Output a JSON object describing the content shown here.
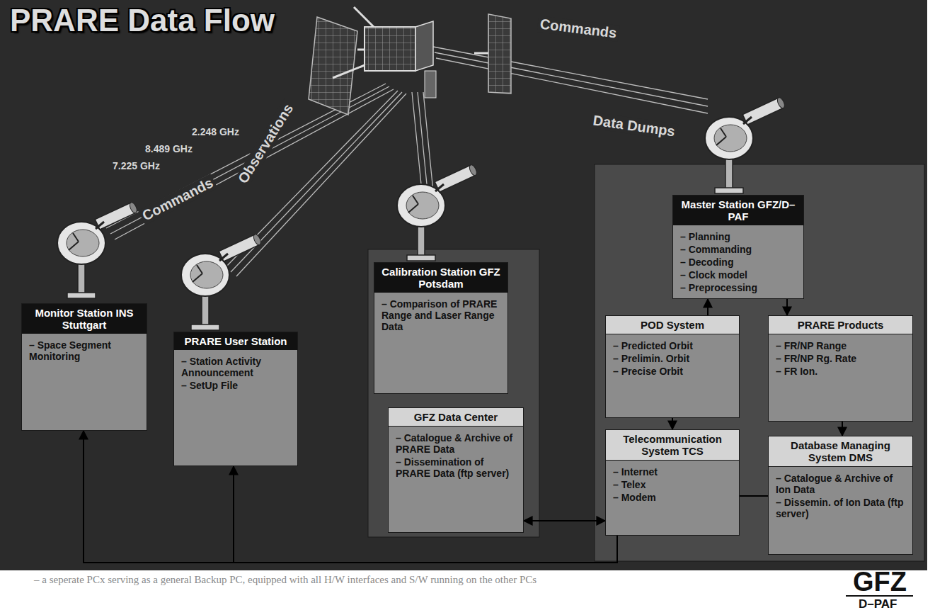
{
  "diagram": {
    "title": "PRARE Data Flow",
    "nodes": [
      {
        "text": [
          "Monitor Station INS Stuttgart",
          "– Space Segment Monitoring"
        ]
      },
      {
        "text": [
          "PRARE User Station",
          "– Station Activity Announcement",
          "– SetUp File"
        ]
      },
      {
        "text": [
          "Calibration Station GFZ Potsdam",
          "– Comparison of PRARE Range and Laser Range Data"
        ]
      },
      {
        "text": [
          "GFZ Data Center",
          "– Catalogue & Archive of PRARE Data",
          "– Dissemination of PRARE Data (ftp server)"
        ]
      },
      {
        "text": [
          "Master Station GFZ/D–PAF",
          "– Planning",
          "– Commanding",
          "– Decoding",
          "– Clock model",
          "– Preprocessing"
        ]
      },
      {
        "text": [
          "POD System",
          "– Predicted Orbit",
          "– Prelimin. Orbit",
          "– Precise Orbit"
        ]
      },
      {
        "text": [
          "PRARE Products",
          "– FR/NP Range",
          "– FR/NP Rg. Rate",
          "– FR Ion."
        ]
      },
      {
        "text": [
          "Telecommunication System TCS",
          "– Internet",
          "– Telex",
          "– Modem"
        ]
      },
      {
        "text": [
          "Database Managing System DMS",
          "– Catalogue & Archive of Ion Data",
          "– Dissemin. of Ion Data (ftp server)"
        ]
      }
    ],
    "edges": [
      {
        "from": 5,
        "to": 4,
        "arrow": "to"
      },
      {
        "from": 4,
        "to": 6,
        "arrow": "to"
      },
      {
        "from": 5,
        "to": 7,
        "arrow": "to"
      },
      {
        "from": 6,
        "to": 8,
        "arrow": "to"
      },
      {
        "from": 8,
        "to": 7,
        "arrow": "none"
      },
      {
        "from": 3,
        "to": 7,
        "arrow": "both"
      },
      {
        "from": 7,
        "to": 0,
        "arrow": "to"
      },
      {
        "from": 7,
        "to": 1,
        "arrow": "to"
      }
    ],
    "labels": [
      "Commands",
      "Data Dumps",
      "2.248 GHz",
      "8.489 GHz",
      "7.225 GHz",
      "Commands",
      "Observations",
      "GFZ",
      "D–PAF",
      "– a seperate PCx serving as a general Backup PC, equipped with all H/W interfaces and S/W running on the other PCs"
    ]
  }
}
